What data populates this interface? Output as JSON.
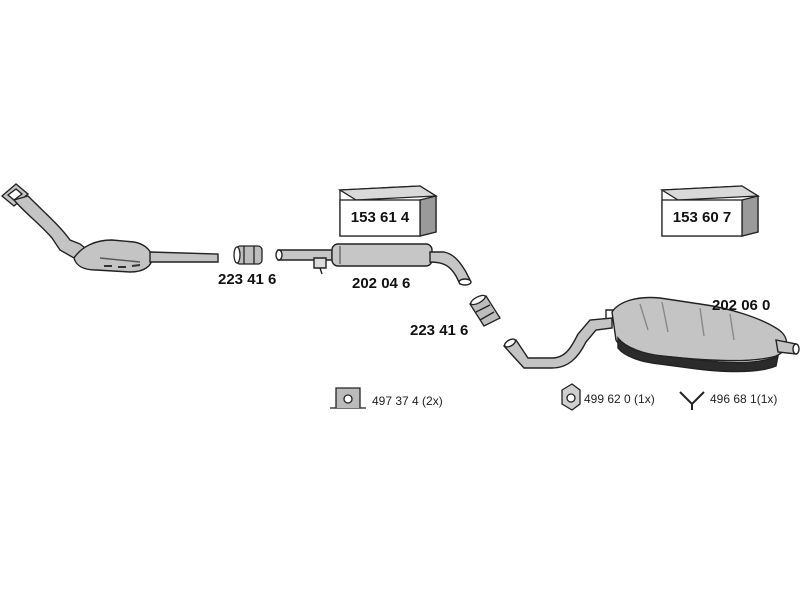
{
  "parts": {
    "catalytic_converter_clamp": "223 41 6",
    "front_pipe_silencer": "202 04 6",
    "middle_clamp": "223 41 6",
    "rear_silencer": "202 06 0"
  },
  "kits": {
    "front_kit": "153 61 4",
    "rear_kit": "153 60 7"
  },
  "accessories": {
    "mounting_bracket": "497 37 4 (2x)",
    "rubber_hanger": "499 62 0 (1x)",
    "y_hanger": "496 68 1(1x)"
  },
  "colors": {
    "line": "#222222",
    "part_fill": "#bdbdbd",
    "part_dark": "#6e6e6e"
  }
}
